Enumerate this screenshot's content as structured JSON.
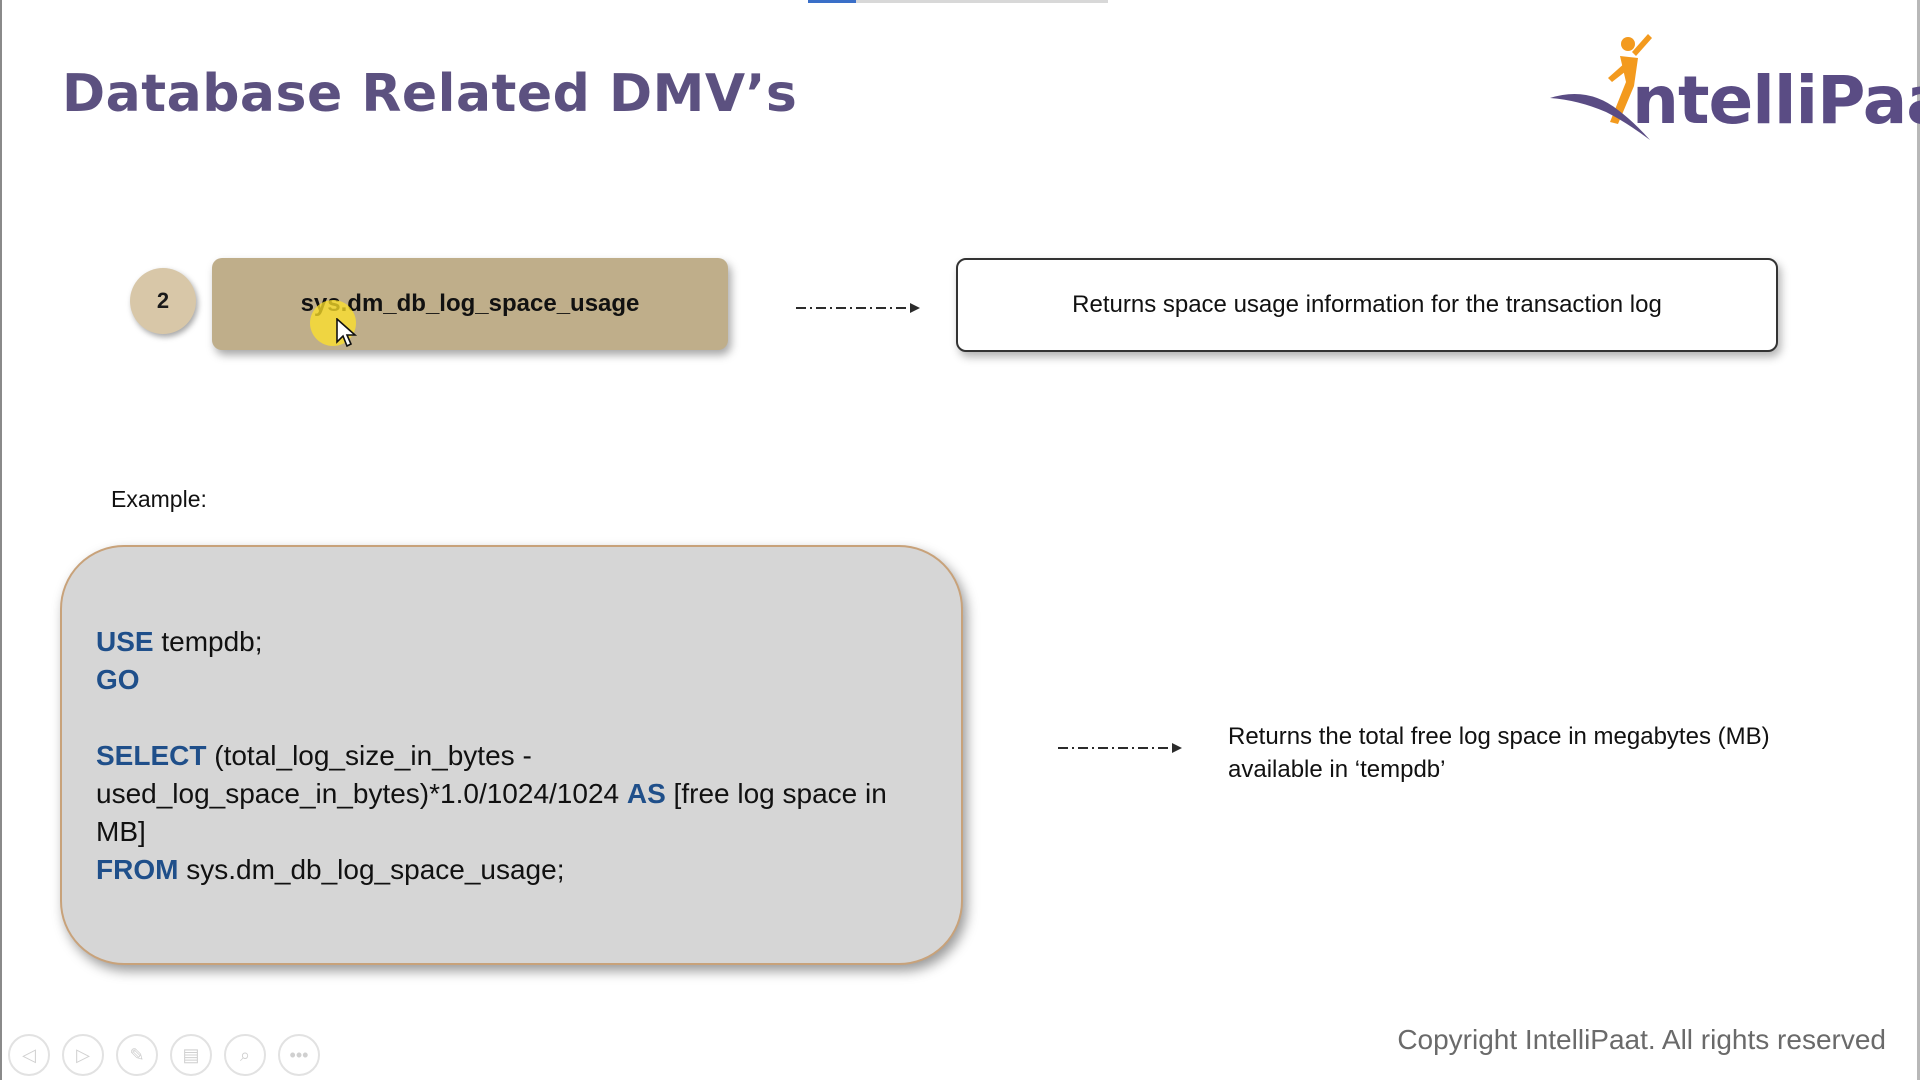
{
  "slide": {
    "title": "Database Related DMV’s",
    "step_number": "2",
    "dmv_name": "sys.dm_db_log_space_usage",
    "dmv_description": "Returns space usage information for the transaction log",
    "example_label": "Example:",
    "code": {
      "line1_keyword": "USE",
      "line1_rest": " tempdb;",
      "line2_keyword": "GO",
      "line4_keyword": "SELECT",
      "line4_rest": " (total_log_size_in_bytes -",
      "line5_text": "used_log_space_in_bytes)*1.0/1024/1024 ",
      "line5_keyword": "AS",
      "line5_rest": " [free log space in",
      "line6_text": "MB]",
      "line7_keyword": "FROM",
      "line7_rest": " sys.dm_db_log_space_usage;"
    },
    "result_line1": "Returns the total free log space in megabytes (MB)",
    "result_line2": "available in ‘tempdb’",
    "copyright": "Copyright IntelliPaat. All rights reserved"
  },
  "logo": {
    "text": "ntelliPaat",
    "full_name": "IntelliPaat"
  },
  "player": {
    "progress_fraction": 0.16,
    "controls": [
      {
        "icon": "previous-icon",
        "glyph": "◁"
      },
      {
        "icon": "play-icon",
        "glyph": "▷"
      },
      {
        "icon": "pen-icon",
        "glyph": "✎"
      },
      {
        "icon": "slides-icon",
        "glyph": "▤"
      },
      {
        "icon": "zoom-icon",
        "glyph": "⌕"
      },
      {
        "icon": "more-icon",
        "glyph": "•••"
      }
    ]
  },
  "colors": {
    "title": "#5c5180",
    "keyword": "#1f4f8a",
    "dmv_box": "#bfae8a",
    "badge": "#d8c7a8",
    "code_box": "#d6d6d6",
    "logo_orange": "#f39a1e",
    "logo_purple": "#5a4c84"
  }
}
